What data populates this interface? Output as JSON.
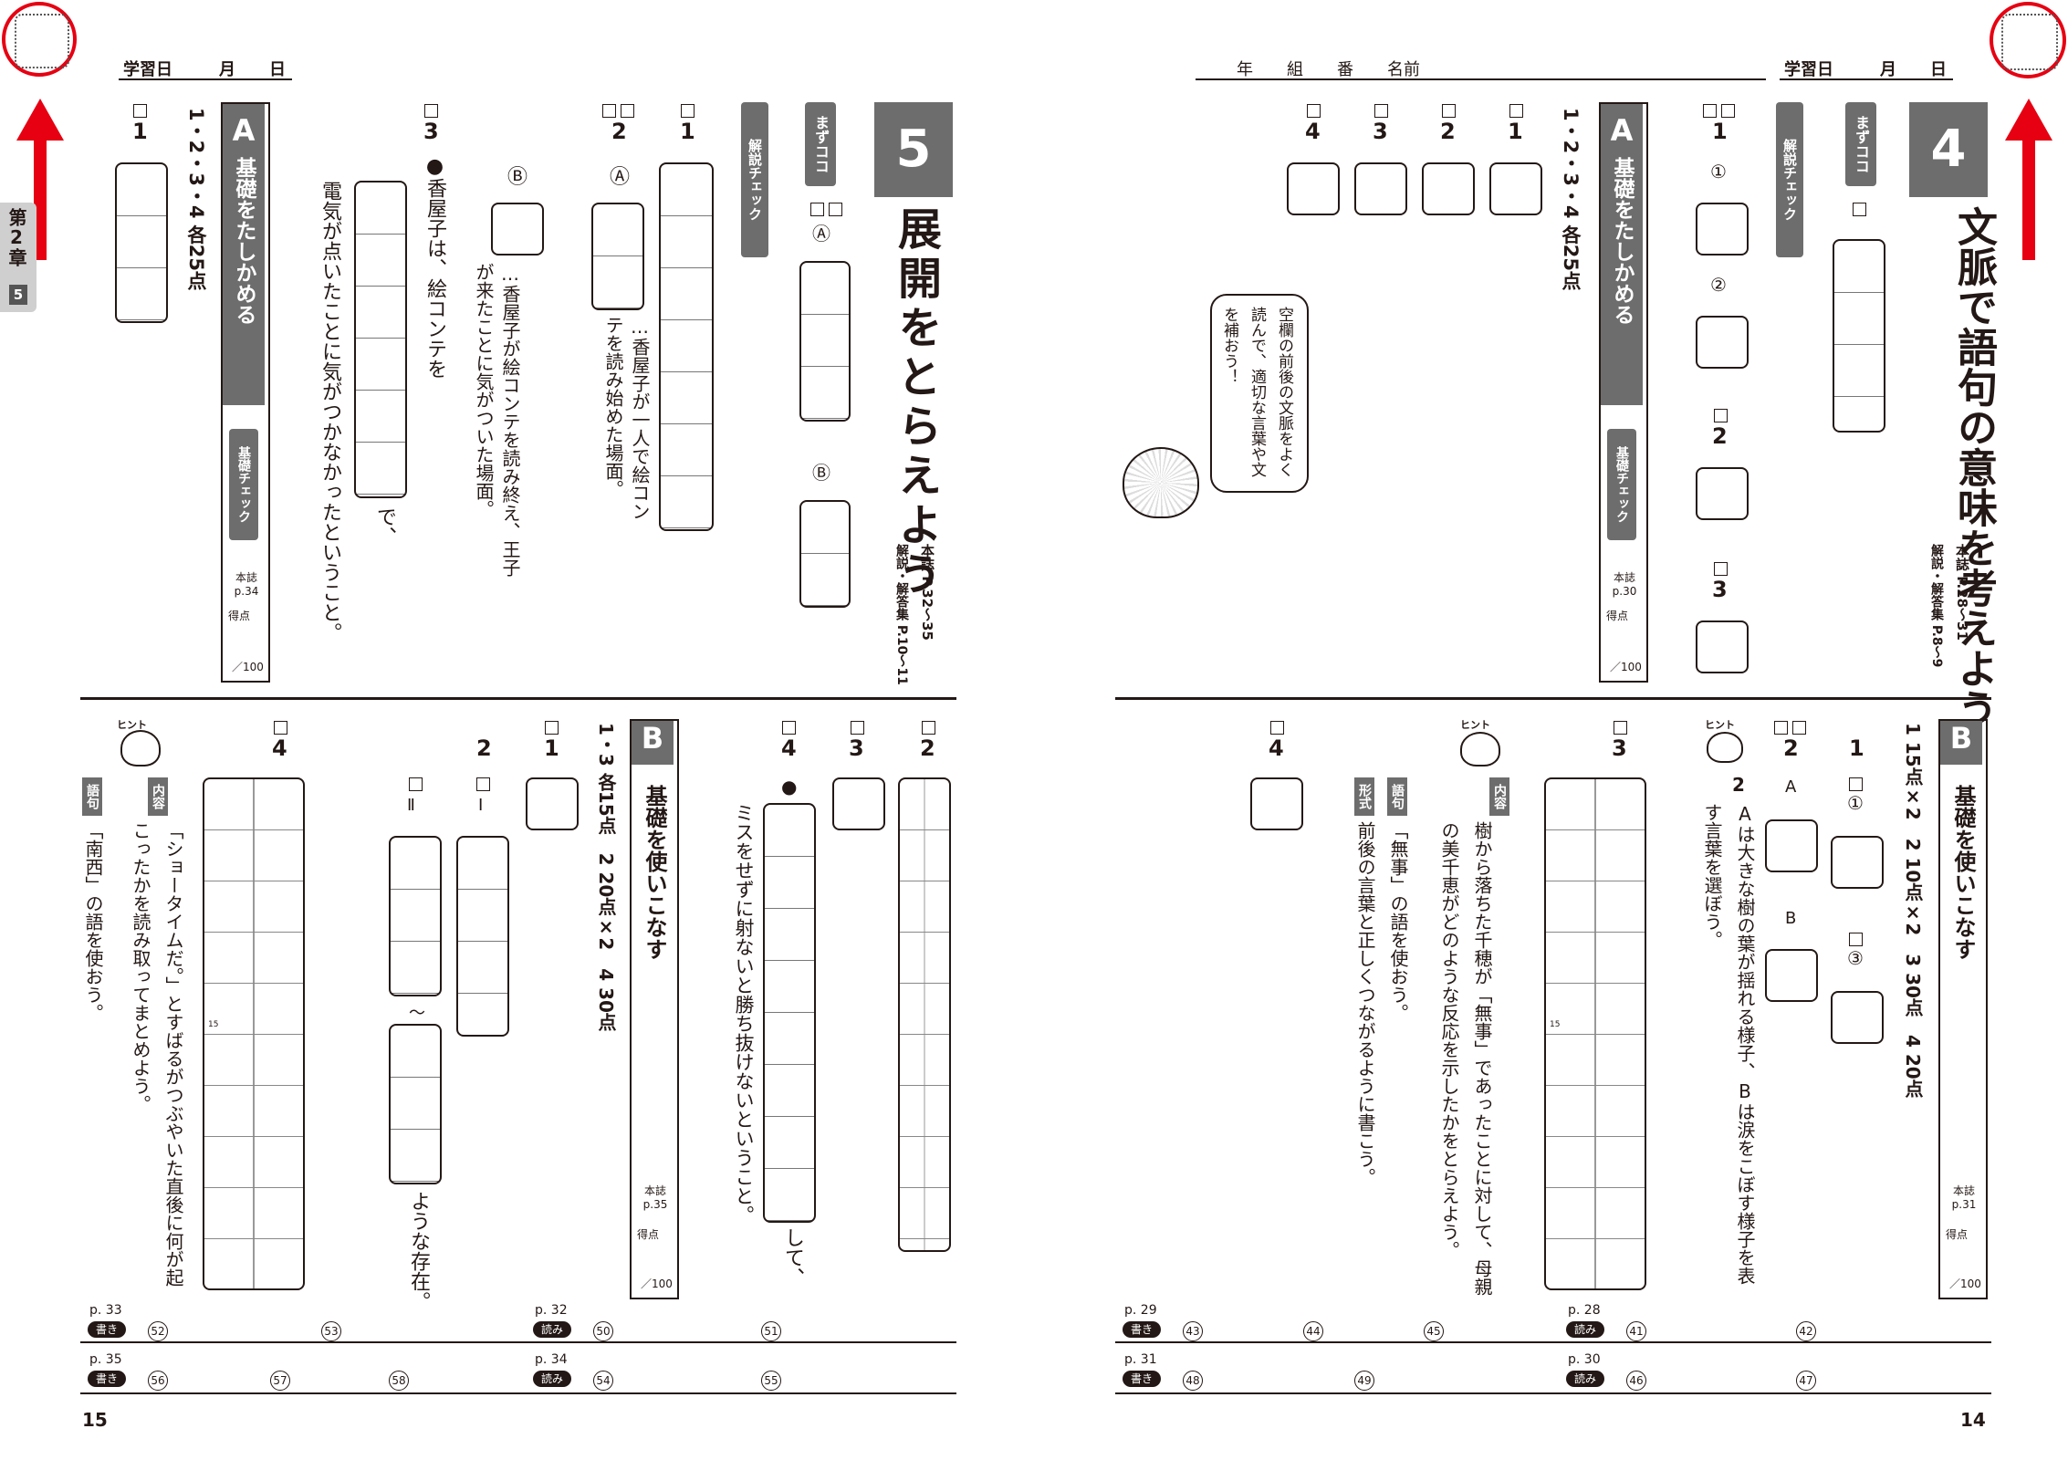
{
  "spread": {
    "left_page_number": "15",
    "right_page_number": "14"
  },
  "header": {
    "study_date_label": "学習日",
    "month_label": "月",
    "day_label": "日",
    "year_label": "年",
    "class_label": "組",
    "number_label": "番",
    "name_label": "名前"
  },
  "chapter_tab": {
    "label": "第2章",
    "unit": "5"
  },
  "left_lesson": {
    "number": "5",
    "title": "展開をとらえよう",
    "ref_text": "本誌 P.32〜35",
    "answer_ref": "解説・解答集 P.10〜11",
    "mazu_koko": "まずココ",
    "kaisetsu_check": "解説チェック",
    "mazu_marks": [
      "Ⓐ",
      "Ⓑ"
    ],
    "section_a": {
      "letter": "A",
      "title": "基礎をたしかめる",
      "kiso_check": "基礎チェック",
      "points": "1・2・3・4 各25点",
      "honshi_ref": "本誌 p.34",
      "score_label": "得点",
      "score_max": "／100",
      "q1": "1",
      "q2": "2",
      "q2a_mark": "Ⓐ",
      "q2a_text": "…香屋子が一人で絵コンテを読み始めた場面。",
      "q2b_mark": "Ⓑ",
      "q2b_text": "…香屋子が絵コンテを読み終え、王子が来たことに気がついた場面。",
      "q3": "3",
      "q3_lead": "●香屋子は、絵コンテを",
      "q3_mid": "で、",
      "q3_tail": "電気が点いたことに気がつかなかったということ。"
    },
    "section_b": {
      "letter": "B",
      "title": "基礎を使いこなす",
      "points": "1・3 各15点　2 20点×2　4 30点",
      "honshi_ref": "本誌 p.35",
      "score_label": "得点",
      "score_max": "／100",
      "q1": "1",
      "q2": "2",
      "q2_i": "Ⅰ",
      "q2_ii": "Ⅱ",
      "q2_tail": "ような存在。",
      "q3": "3",
      "q4": "4",
      "q4_mark": "●",
      "q4_tail": "して、",
      "q4_text": "ミスをせずに射ないと勝ち抜けないということ。",
      "grid_marker": "15",
      "hint_label": "ヒント",
      "hint_naiyo_tag": "内容",
      "hint_naiyo_text": "「ショータイムだ。」とすばるがつぶやいた直後に何が起こったかを読み取ってまとめよう。",
      "hint_goku_tag": "語句",
      "hint_goku_text": "「南西」の語を使おう。"
    },
    "kanji_rows": [
      {
        "page": "p. 33",
        "type": "書き",
        "nums": [
          "52",
          "53"
        ],
        "page2": "p. 32",
        "type2": "読み",
        "nums2": [
          "50",
          "51"
        ]
      },
      {
        "page": "p. 35",
        "type": "書き",
        "nums": [
          "56",
          "57",
          "58"
        ],
        "page2": "p. 34",
        "type2": "読み",
        "nums2": [
          "54",
          "55"
        ]
      }
    ]
  },
  "right_lesson": {
    "number": "4",
    "title": "文脈で語句の意味を考えよう",
    "ref_text": "本誌 P.28〜31",
    "answer_ref": "解説・解答集 P.8〜9",
    "mazu_koko": "まずココ",
    "kaisetsu_check": "解説チェック",
    "kaisetsu_marks": [
      "1",
      "①",
      "②",
      "2",
      "3"
    ],
    "section_a": {
      "letter": "A",
      "title": "基礎をたしかめる",
      "kiso_check": "基礎チェック",
      "points": "1・2・3・4 各25点",
      "honshi_ref": "本誌 p.30",
      "score_label": "得点",
      "score_max": "／100",
      "q_nums": [
        "1",
        "2",
        "3",
        "4"
      ],
      "bubble_text": "空欄の前後の文脈をよく読んで、適切な言葉や文を補おう！"
    },
    "section_b": {
      "letter": "B",
      "title": "基礎を使いこなす",
      "points": "1 15点×2　2 10点×2　3 30点　4 20点",
      "honshi_ref": "本誌 p.31",
      "score_label": "得点",
      "score_max": "／100",
      "q1": "1",
      "q1_marks": [
        "①",
        "③"
      ],
      "q2": "2",
      "q2_a": "A",
      "q2_b": "B",
      "hint_label": "ヒント",
      "hint_q2_num": "2",
      "hint_q2_text": "Aは大きな樹の葉が揺れる様子、Bは涙をこぼす様子を表す言葉を選ぼう。",
      "q3": "3",
      "grid_marker": "15",
      "hint_naiyo_tag": "内容",
      "hint_naiyo_text": "樹から落ちた千穂が「無事」であったことに対して、母親の美千恵がどのような反応を示したかをとらえよう。",
      "hint_goku_tag": "語句",
      "hint_goku_text": "「無事」の語を使おう。",
      "hint_keishiki_tag": "形式",
      "hint_keishiki_text": "前後の言葉と正しくつながるように書こう。",
      "q4": "4"
    },
    "kanji_rows": [
      {
        "page": "p. 29",
        "type": "書き",
        "nums": [
          "43",
          "44",
          "45"
        ],
        "page2": "p. 28",
        "type2": "読み",
        "nums2": [
          "41",
          "42"
        ]
      },
      {
        "page": "p. 31",
        "type": "書き",
        "nums": [
          "48",
          "49"
        ],
        "page2": "p. 30",
        "type2": "読み",
        "nums2": [
          "46",
          "47"
        ]
      }
    ]
  },
  "colors": {
    "ink": "#231815",
    "band_gray": "#6d6d6d",
    "annotation_red": "#e60012"
  }
}
